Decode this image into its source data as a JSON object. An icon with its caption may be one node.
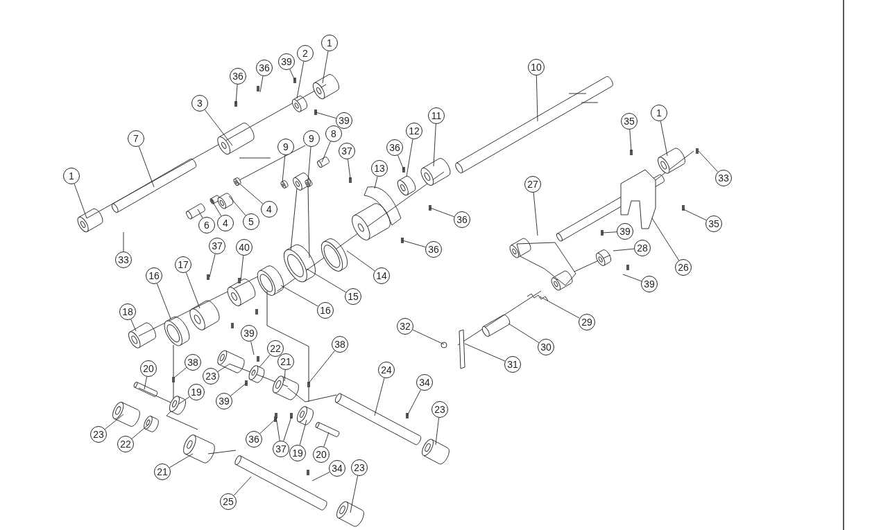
{
  "diagram": {
    "nodes": [
      {
        "text": [
          "1"
        ]
      },
      {
        "text": [
          "2"
        ]
      },
      {
        "text": [
          "39"
        ]
      },
      {
        "text": [
          "10"
        ]
      },
      {
        "text": [
          "36"
        ]
      },
      {
        "text": [
          "36"
        ]
      },
      {
        "text": [
          "3"
        ]
      },
      {
        "text": [
          "1"
        ]
      },
      {
        "text": [
          "11"
        ]
      },
      {
        "text": [
          "39"
        ]
      },
      {
        "text": [
          "35"
        ]
      },
      {
        "text": [
          "12"
        ]
      },
      {
        "text": [
          "8"
        ]
      },
      {
        "text": [
          "7"
        ]
      },
      {
        "text": [
          "9"
        ]
      },
      {
        "text": [
          "9"
        ]
      },
      {
        "text": [
          "36"
        ]
      },
      {
        "text": [
          "37"
        ]
      },
      {
        "text": [
          "13"
        ]
      },
      {
        "text": [
          "1"
        ]
      },
      {
        "text": [
          "33"
        ]
      },
      {
        "text": [
          "27"
        ]
      },
      {
        "text": [
          "4"
        ]
      },
      {
        "text": [
          "4"
        ]
      },
      {
        "text": [
          "36"
        ]
      },
      {
        "text": [
          "5"
        ]
      },
      {
        "text": [
          "35"
        ]
      },
      {
        "text": [
          "6"
        ]
      },
      {
        "text": [
          "39"
        ]
      },
      {
        "text": [
          "37"
        ]
      },
      {
        "text": [
          "40"
        ]
      },
      {
        "text": [
          "36"
        ]
      },
      {
        "text": [
          "28"
        ]
      },
      {
        "text": [
          "33"
        ]
      },
      {
        "text": [
          "17"
        ]
      },
      {
        "text": [
          "26"
        ]
      },
      {
        "text": [
          "16"
        ]
      },
      {
        "text": [
          "14"
        ]
      },
      {
        "text": [
          "39"
        ]
      },
      {
        "text": [
          "15"
        ]
      },
      {
        "text": [
          "16"
        ]
      },
      {
        "text": [
          "18"
        ]
      },
      {
        "text": [
          "29"
        ]
      },
      {
        "text": [
          "32"
        ]
      },
      {
        "text": [
          "39"
        ]
      },
      {
        "text": [
          "38"
        ]
      },
      {
        "text": [
          "30"
        ]
      },
      {
        "text": [
          "22"
        ]
      },
      {
        "text": [
          "21"
        ]
      },
      {
        "text": [
          "38"
        ]
      },
      {
        "text": [
          "31"
        ]
      },
      {
        "text": [
          "20"
        ]
      },
      {
        "text": [
          "24"
        ]
      },
      {
        "text": [
          "23"
        ]
      },
      {
        "text": [
          "34"
        ]
      },
      {
        "text": [
          "19"
        ]
      },
      {
        "text": [
          "39"
        ]
      },
      {
        "text": [
          "23"
        ]
      },
      {
        "text": [
          "23"
        ]
      },
      {
        "text": [
          "36"
        ]
      },
      {
        "text": [
          "22"
        ]
      },
      {
        "text": [
          "37"
        ]
      },
      {
        "text": [
          "19"
        ]
      },
      {
        "text": [
          "20"
        ]
      },
      {
        "text": [
          "34"
        ]
      },
      {
        "text": [
          "23"
        ]
      },
      {
        "text": [
          "21"
        ]
      },
      {
        "text": [
          "25"
        ]
      }
    ],
    "edges": [
      {
        "from": 0,
        "to": null,
        "arrow": "none"
      },
      {
        "from": 1,
        "to": null,
        "arrow": "none"
      },
      {
        "from": 2,
        "to": null,
        "arrow": "none"
      },
      {
        "from": 3,
        "to": null,
        "arrow": "none"
      },
      {
        "from": 4,
        "to": null,
        "arrow": "none"
      },
      {
        "from": 5,
        "to": null,
        "arrow": "none"
      },
      {
        "from": 6,
        "to": null,
        "arrow": "none"
      },
      {
        "from": 7,
        "to": null,
        "arrow": "none"
      },
      {
        "from": 8,
        "to": null,
        "arrow": "none"
      },
      {
        "from": 9,
        "to": null,
        "arrow": "none"
      },
      {
        "from": 10,
        "to": null,
        "arrow": "none"
      },
      {
        "from": 11,
        "to": null,
        "arrow": "none"
      },
      {
        "from": 12,
        "to": null,
        "arrow": "none"
      },
      {
        "from": 13,
        "to": null,
        "arrow": "none"
      },
      {
        "from": 14,
        "to": null,
        "arrow": "none"
      },
      {
        "from": 15,
        "to": null,
        "arrow": "none"
      },
      {
        "from": 16,
        "to": null,
        "arrow": "none"
      },
      {
        "from": 17,
        "to": null,
        "arrow": "none"
      },
      {
        "from": 18,
        "to": null,
        "arrow": "none"
      },
      {
        "from": 19,
        "to": null,
        "arrow": "none"
      },
      {
        "from": 20,
        "to": null,
        "arrow": "none"
      },
      {
        "from": 21,
        "to": null,
        "arrow": "none"
      },
      {
        "from": 22,
        "to": null,
        "arrow": "none"
      },
      {
        "from": 23,
        "to": null,
        "arrow": "none"
      },
      {
        "from": 24,
        "to": null,
        "arrow": "none"
      },
      {
        "from": 25,
        "to": null,
        "arrow": "none"
      },
      {
        "from": 26,
        "to": null,
        "arrow": "none"
      },
      {
        "from": 27,
        "to": null,
        "arrow": "none"
      },
      {
        "from": 28,
        "to": null,
        "arrow": "none"
      },
      {
        "from": 29,
        "to": null,
        "arrow": "none"
      },
      {
        "from": 30,
        "to": null,
        "arrow": "none"
      },
      {
        "from": 31,
        "to": null,
        "arrow": "none"
      },
      {
        "from": 32,
        "to": null,
        "arrow": "none"
      },
      {
        "from": 33,
        "to": null,
        "arrow": "none"
      },
      {
        "from": 34,
        "to": null,
        "arrow": "none"
      },
      {
        "from": 35,
        "to": null,
        "arrow": "none"
      },
      {
        "from": 36,
        "to": null,
        "arrow": "none"
      },
      {
        "from": 37,
        "to": null,
        "arrow": "none"
      },
      {
        "from": 38,
        "to": null,
        "arrow": "none"
      },
      {
        "from": 39,
        "to": null,
        "arrow": "none"
      },
      {
        "from": 40,
        "to": null,
        "arrow": "none"
      },
      {
        "from": 41,
        "to": null,
        "arrow": "none"
      },
      {
        "from": 42,
        "to": null,
        "arrow": "none"
      },
      {
        "from": 43,
        "to": null,
        "arrow": "none"
      },
      {
        "from": 44,
        "to": null,
        "arrow": "none"
      },
      {
        "from": 45,
        "to": null,
        "arrow": "none"
      },
      {
        "from": 46,
        "to": null,
        "arrow": "none"
      },
      {
        "from": 47,
        "to": null,
        "arrow": "none"
      },
      {
        "from": 48,
        "to": null,
        "arrow": "none"
      },
      {
        "from": 49,
        "to": null,
        "arrow": "none"
      },
      {
        "from": 50,
        "to": null,
        "arrow": "none"
      },
      {
        "from": 51,
        "to": null,
        "arrow": "none"
      },
      {
        "from": 52,
        "to": null,
        "arrow": "none"
      },
      {
        "from": 53,
        "to": null,
        "arrow": "none"
      },
      {
        "from": 54,
        "to": null,
        "arrow": "none"
      },
      {
        "from": 55,
        "to": null,
        "arrow": "none"
      },
      {
        "from": 56,
        "to": null,
        "arrow": "none"
      },
      {
        "from": 57,
        "to": null,
        "arrow": "none"
      },
      {
        "from": 58,
        "to": null,
        "arrow": "none"
      },
      {
        "from": 59,
        "to": null,
        "arrow": "none"
      },
      {
        "from": 60,
        "to": null,
        "arrow": "none"
      },
      {
        "from": 61,
        "to": null,
        "arrow": "none"
      },
      {
        "from": 61,
        "to": null,
        "arrow": "none"
      },
      {
        "from": 62,
        "to": null,
        "arrow": "none"
      },
      {
        "from": 63,
        "to": null,
        "arrow": "none"
      },
      {
        "from": 64,
        "to": null,
        "arrow": "none"
      },
      {
        "from": 65,
        "to": null,
        "arrow": "none"
      },
      {
        "from": 66,
        "to": null,
        "arrow": "none"
      },
      {
        "from": 67,
        "to": null,
        "arrow": "none"
      }
    ]
  }
}
